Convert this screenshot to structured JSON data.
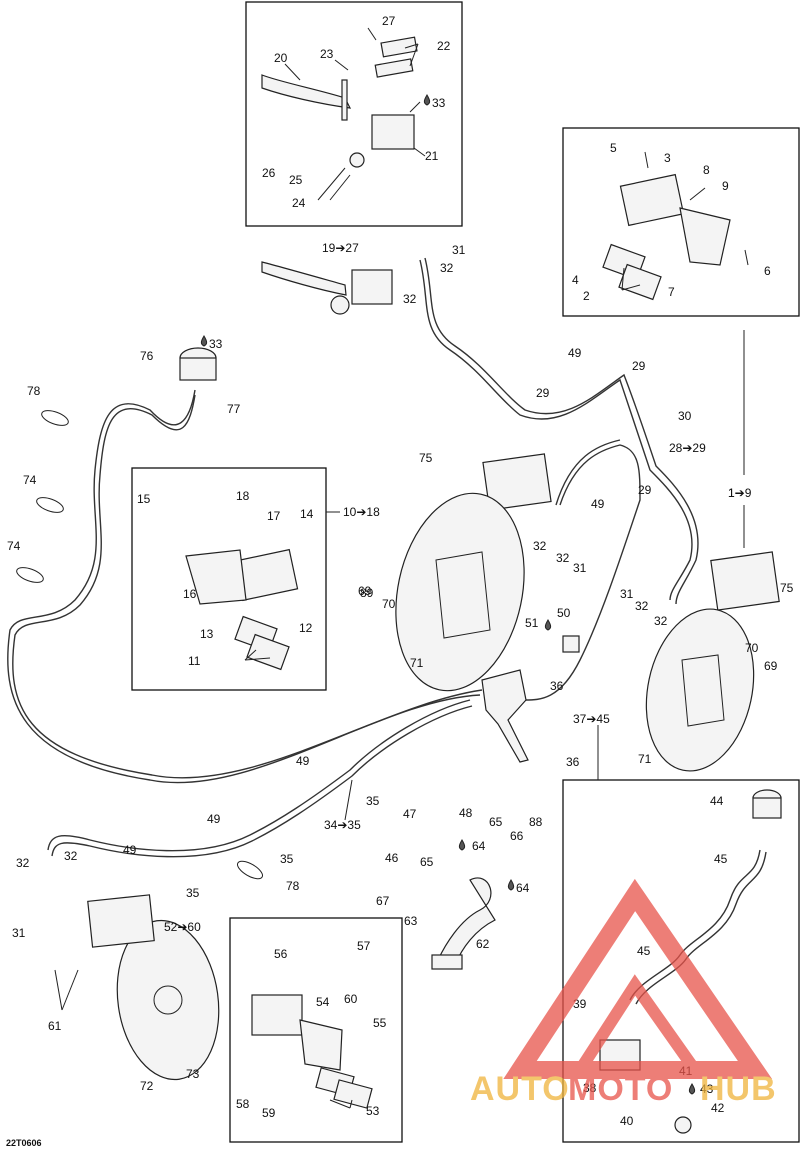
{
  "diagram_code": "22T0606",
  "callouts": [
    "1",
    "2",
    "3",
    "4",
    "5",
    "6",
    "7",
    "8",
    "9",
    "10",
    "11",
    "12",
    "13",
    "14",
    "15",
    "16",
    "17",
    "18",
    "19",
    "20",
    "21",
    "22",
    "23",
    "24",
    "25",
    "26",
    "27",
    "28",
    "29",
    "30",
    "31",
    "32",
    "33",
    "34",
    "35",
    "36",
    "37",
    "38",
    "39",
    "40",
    "41",
    "42",
    "43",
    "44",
    "45",
    "46",
    "47",
    "48",
    "49",
    "50",
    "51",
    "52",
    "53",
    "54",
    "55",
    "56",
    "57",
    "58",
    "59",
    "60",
    "61",
    "62",
    "63",
    "64",
    "65",
    "66",
    "67",
    "69",
    "70",
    "71",
    "72",
    "73",
    "74",
    "75",
    "76",
    "77",
    "78",
    "88",
    "89"
  ],
  "range_labels": {
    "master_cylinder_kit": "19➔27",
    "front_right_caliper_kit": "1➔9",
    "front_left_caliper_kit": "10➔18",
    "hose_kit": "28➔29",
    "rear_hose_kit": "34➔35",
    "rear_reservoir_kit": "37➔45",
    "rear_caliper_kit": "52➔60"
  },
  "fluid_marks": [
    "33",
    "33",
    "64",
    "64",
    "43",
    "50"
  ],
  "watermark": {
    "prefix": "AUTO",
    "middle": "MOTO",
    "suffix": "HUB",
    "color": "#e8534a",
    "accent": "#f0b43c"
  }
}
